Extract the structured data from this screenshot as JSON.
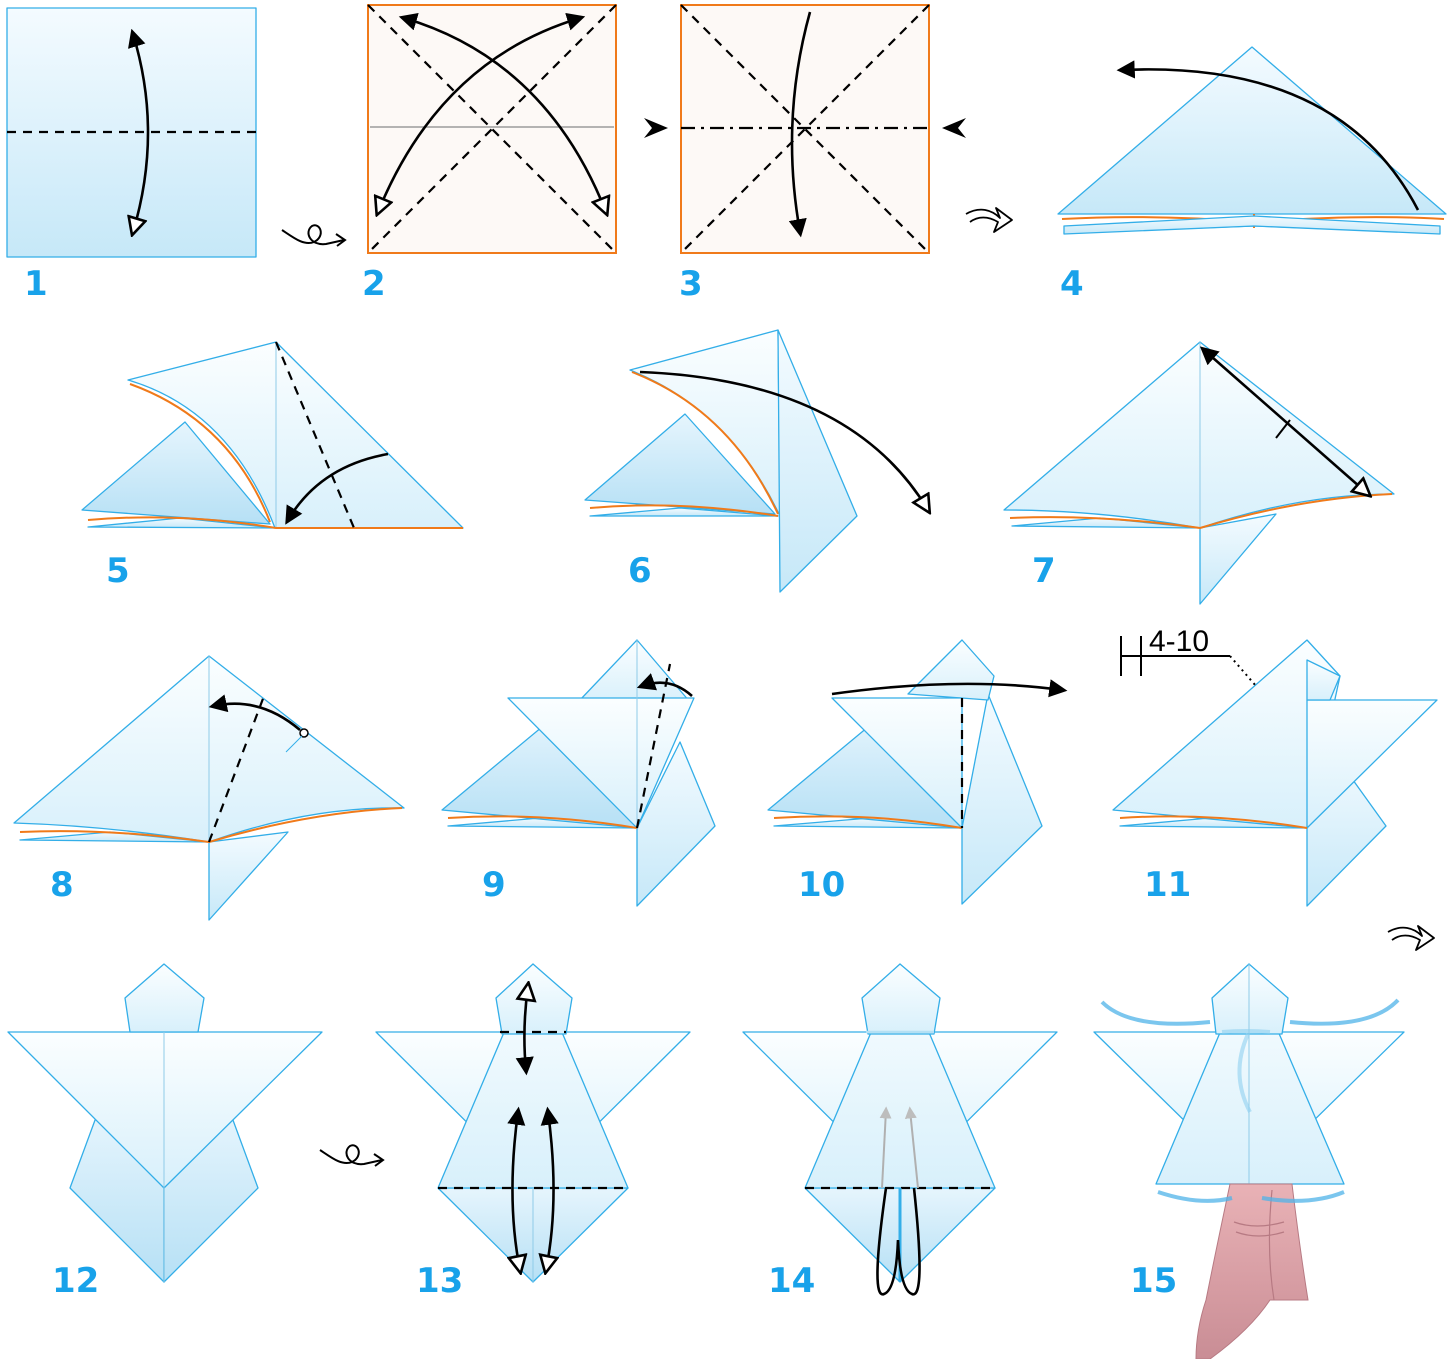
{
  "steps": [
    {
      "number": "1"
    },
    {
      "number": "2"
    },
    {
      "number": "3"
    },
    {
      "number": "4"
    },
    {
      "number": "5"
    },
    {
      "number": "6"
    },
    {
      "number": "7"
    },
    {
      "number": "8"
    },
    {
      "number": "9"
    },
    {
      "number": "10"
    },
    {
      "number": "11"
    },
    {
      "number": "12"
    },
    {
      "number": "13"
    },
    {
      "number": "14"
    },
    {
      "number": "15"
    }
  ],
  "annotations": {
    "repeat_steps": "4-10"
  },
  "colors": {
    "step_number": "#18a2ea",
    "paper_edge": "#33aee8",
    "paper_fill_top": "#f2fafe",
    "paper_fill_bottom": "#c5e7f8",
    "paper_reverse_edge": "#f07a1a",
    "finger": "#d89aa2"
  },
  "icons": [
    "turn-over-icon",
    "rotate-icon",
    "push-in-arrow-icon",
    "valley-fold-line",
    "mountain-fold-line",
    "repeat-icon"
  ]
}
